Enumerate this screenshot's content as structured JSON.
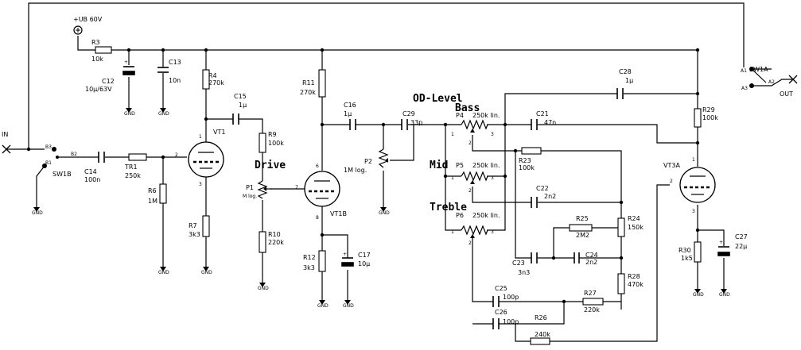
{
  "supply": {
    "label": "+UB 60V"
  },
  "io": {
    "in": "IN",
    "out": "OUT"
  },
  "switches": {
    "sw1a": "SW1A",
    "sw1b": "SW1B",
    "a1": "A1",
    "a2": "A2",
    "a3": "A3",
    "b1": "B1",
    "b2": "B2",
    "b3": "B3"
  },
  "gnd": "GND",
  "sections": {
    "drive": "Drive",
    "od_level": "OD-Level",
    "bass": "Bass",
    "mid": "Mid",
    "treble": "Treble"
  },
  "tubes": {
    "vt1": "VT1",
    "vt1b": "VT1B",
    "vt3a": "VT3A"
  },
  "pins": {
    "p1": "1",
    "p2": "2",
    "p3": "3",
    "p6": "6",
    "p7": "7",
    "p8": "8"
  },
  "resistors": {
    "r3": {
      "name": "R3",
      "value": "10k"
    },
    "r4": {
      "name": "R4",
      "value": "270k"
    },
    "r6": {
      "name": "R6",
      "value": "1M"
    },
    "r7": {
      "name": "R7",
      "value": "3k3"
    },
    "r9": {
      "name": "R9",
      "value": "100k"
    },
    "r10": {
      "name": "R10",
      "value": "220k"
    },
    "r11": {
      "name": "R11",
      "value": "270k"
    },
    "r12": {
      "name": "R12",
      "value": "3k3"
    },
    "r23": {
      "name": "R23",
      "value": "100k"
    },
    "r24": {
      "name": "R24",
      "value": "150k"
    },
    "r25": {
      "name": "R25",
      "value": "2M2"
    },
    "r26": {
      "name": "R26",
      "value": "240k"
    },
    "r27": {
      "name": "R27",
      "value": "220k"
    },
    "r28": {
      "name": "R28",
      "value": "470k"
    },
    "r29": {
      "name": "R29",
      "value": "100k"
    },
    "r30": {
      "name": "R30",
      "value": "1k5"
    },
    "tr1": {
      "name": "TR1",
      "value": "250k"
    }
  },
  "capacitors": {
    "c12": {
      "name": "C12",
      "value": "10µ/63V"
    },
    "c13": {
      "name": "C13",
      "value": "10n"
    },
    "c14": {
      "name": "C14",
      "value": "100n"
    },
    "c15": {
      "name": "C15",
      "value": "1µ"
    },
    "c16": {
      "name": "C16",
      "value": "1µ"
    },
    "c17": {
      "name": "C17",
      "value": "10µ"
    },
    "c21": {
      "name": "C21",
      "value": "47n"
    },
    "c22": {
      "name": "C22",
      "value": "2n2"
    },
    "c23": {
      "name": "C23",
      "value": "3n3"
    },
    "c24": {
      "name": "C24",
      "value": "2n2"
    },
    "c25": {
      "name": "C25",
      "value": "100p"
    },
    "c26": {
      "name": "C26",
      "value": "100p"
    },
    "c27": {
      "name": "C27",
      "value": "22µ"
    },
    "c28": {
      "name": "C28",
      "value": "1µ"
    },
    "c29": {
      "name": "C29",
      "value": "33p"
    }
  },
  "pots": {
    "p1": {
      "name": "P1",
      "value": "M log."
    },
    "p2": {
      "name": "P2",
      "value": "1M log."
    },
    "p4": {
      "name": "P4",
      "value": "250k lin."
    },
    "p5": {
      "name": "P5",
      "value": "250k lin."
    },
    "p6": {
      "name": "P6",
      "value": "250k lin."
    }
  }
}
